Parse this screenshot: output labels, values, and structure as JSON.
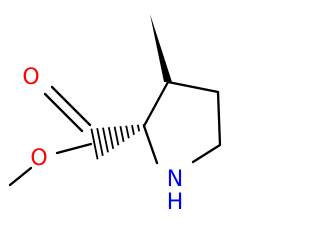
{
  "molecule": {
    "atoms": {
      "carbonyl_oxygen": "O",
      "ester_oxygen": "O",
      "ring_nitrogen": "N",
      "ring_nitrogen_hydrogen": "H"
    },
    "colors": {
      "oxygen": "#ff0000",
      "nitrogen": "#0000ff",
      "bond": "#000000",
      "background": "#ffffff"
    }
  }
}
